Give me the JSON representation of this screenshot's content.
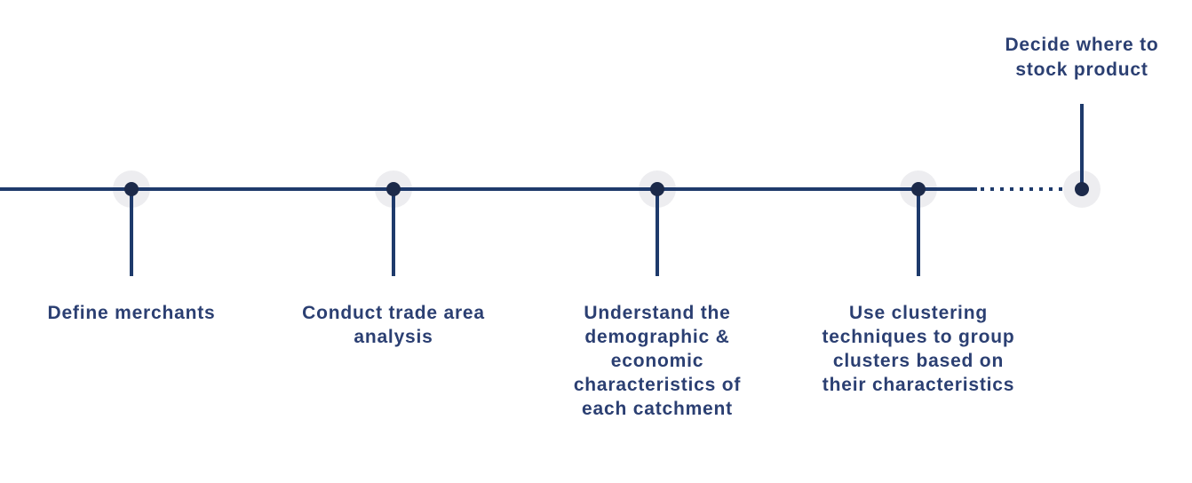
{
  "colors": {
    "line": "#1e3a6b",
    "dot": "#1c2a4a",
    "halo": "#ededf0",
    "text": "#2b3f72",
    "background": "#ffffff"
  },
  "timeline": {
    "orientation": "horizontal",
    "last_segment_style": "dotted",
    "steps": [
      {
        "label": "Define merchants",
        "label_position": "below"
      },
      {
        "label": "Conduct trade area\nanalysis",
        "label_position": "below"
      },
      {
        "label": "Understand the\ndemographic &\neconomic\ncharacteristics of\neach catchment",
        "label_position": "below"
      },
      {
        "label": "Use clustering\ntechniques to group\nclusters based on\ntheir characteristics",
        "label_position": "below"
      },
      {
        "label": "Decide where to\nstock product",
        "label_position": "above"
      }
    ]
  }
}
